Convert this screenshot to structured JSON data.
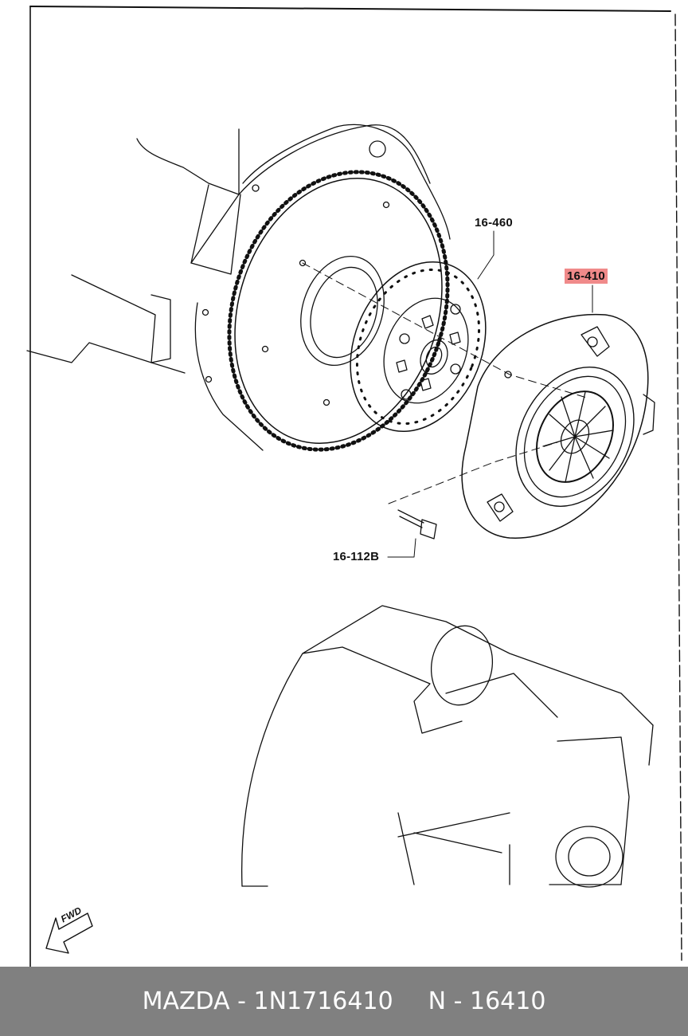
{
  "callouts": {
    "clutch_disc": "16-460",
    "clutch_cover": "16-410",
    "bolt": "16-112B"
  },
  "direction_marker": "FWD",
  "highlight_color": "#f08a8a",
  "footer": {
    "part_line": "MAZDA - 1N1716410",
    "ref_line": "N - 16410",
    "background": "#808080"
  }
}
